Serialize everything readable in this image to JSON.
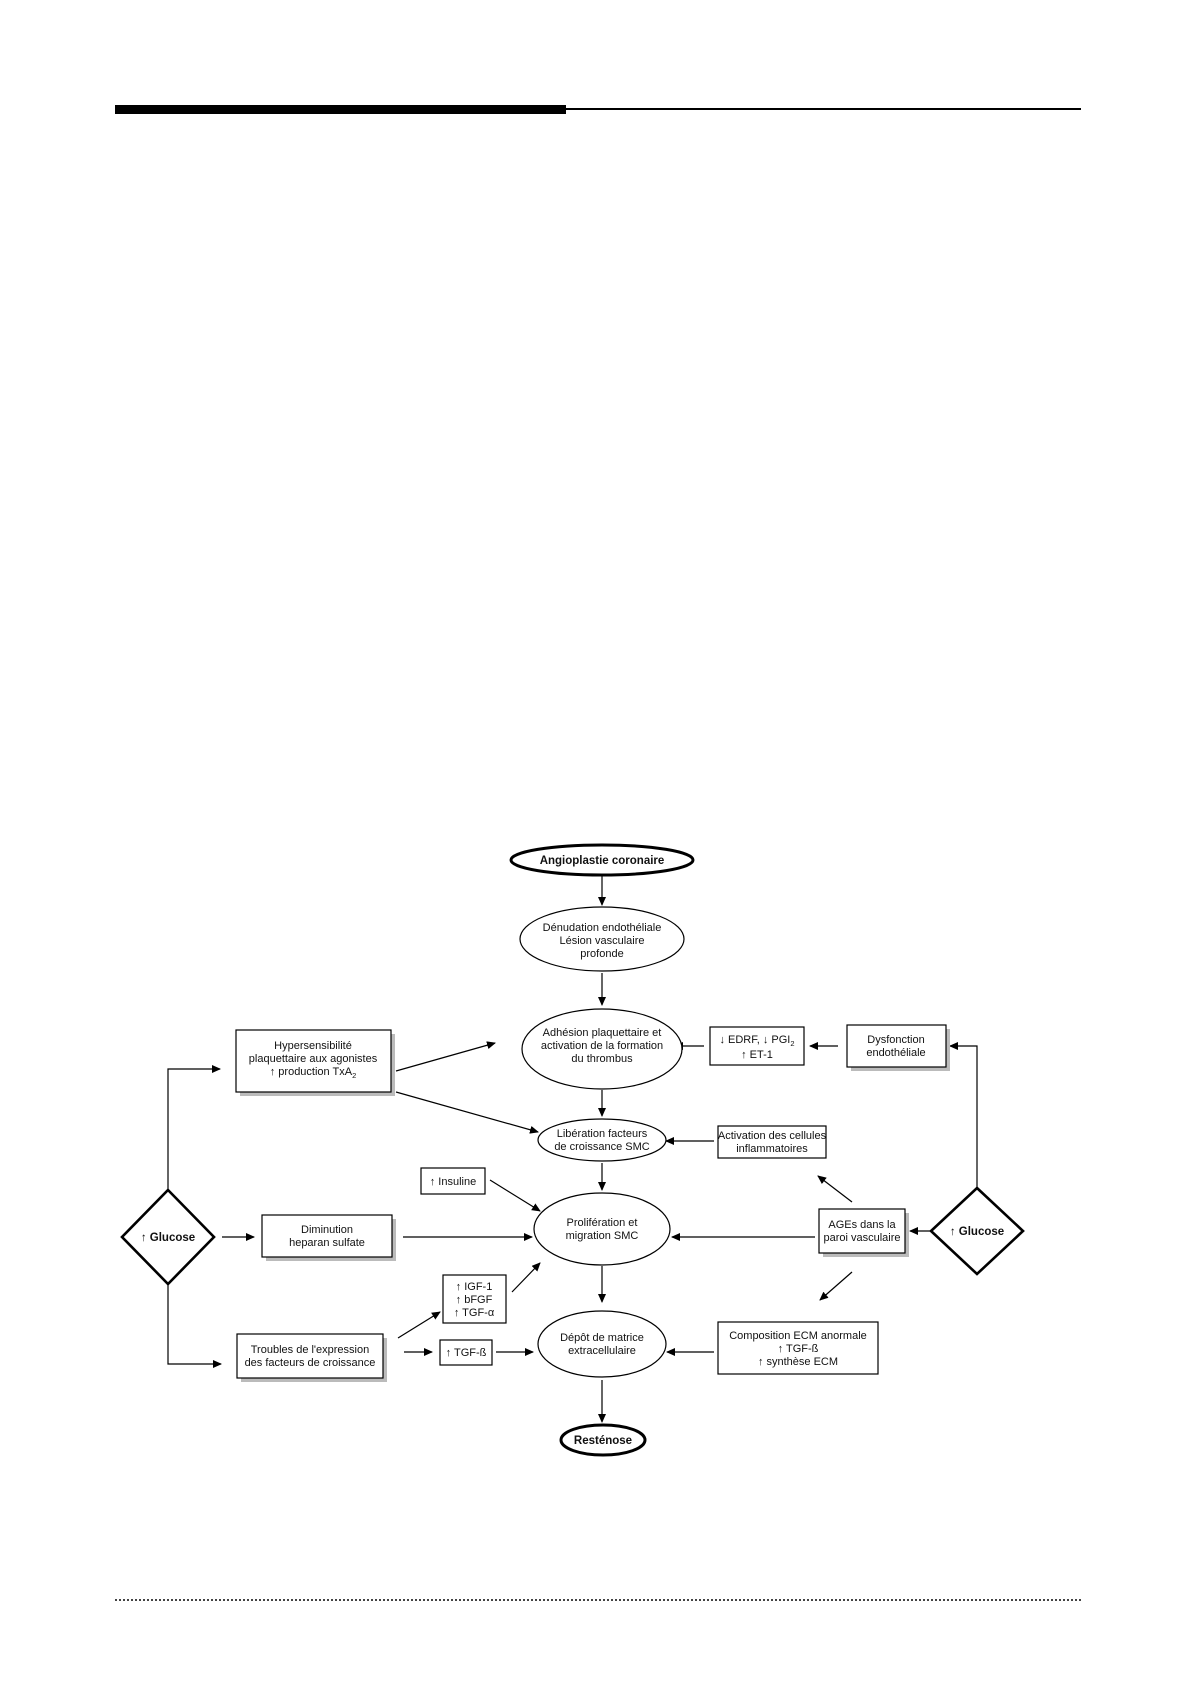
{
  "diagram": {
    "top": "Angioplastie coronaire",
    "denudation": [
      "Dénudation endothéliale",
      "Lésion vasculaire",
      "profonde"
    ],
    "adhesion": [
      "Adhésion plaquettaire et",
      "activation de la formation",
      "du thrombus"
    ],
    "liberation": [
      "Libération facteurs",
      "de croissance SMC"
    ],
    "proliferation": [
      "Prolifération et",
      "migration SMC"
    ],
    "depot": [
      "Dépôt de matrice",
      "extracellulaire"
    ],
    "bottom": "Resténose",
    "hypersens": [
      "Hypersensibilité",
      "plaquettaire aux agonistes",
      "↑ production TxA",
      "2"
    ],
    "diminution": [
      "Diminution",
      "heparan sulfate"
    ],
    "troubles": [
      "Troubles de l'expression",
      "des facteurs de croissance"
    ],
    "glucose_left": "↑ Glucose",
    "glucose_right": "↑ Glucose",
    "insuline": "↑ Insuline",
    "igf": [
      "↑ IGF-1",
      "↑ bFGF",
      "↑ TGF-α"
    ],
    "tgfb_left": "↑ TGF-ß",
    "edrf": [
      "↓ EDRF, ↓ PGI",
      "2",
      "↑ ET-1"
    ],
    "dysfonction": [
      "Dysfonction",
      "endothéliale"
    ],
    "activation": [
      "Activation des cellules",
      "inflammatoires"
    ],
    "ages": [
      "AGEs dans la",
      "paroi vasculaire"
    ],
    "composition": [
      "Composition ECM anormale",
      "↑ TGF-ß",
      "↑ synthèse ECM"
    ]
  }
}
